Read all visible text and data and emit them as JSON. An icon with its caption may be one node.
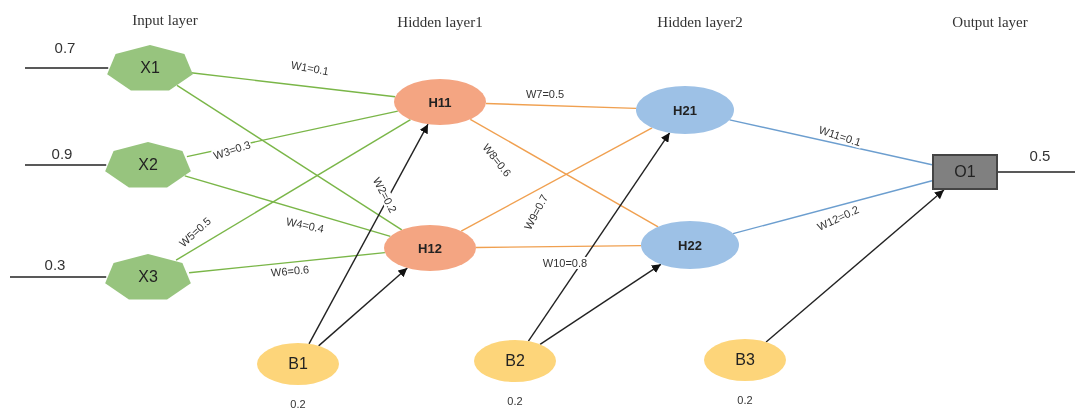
{
  "diagram": {
    "nodes": [
      {
        "text": [
          "X1"
        ]
      },
      {
        "text": [
          "X2"
        ]
      },
      {
        "text": [
          "X3"
        ]
      },
      {
        "text": [
          "H11"
        ]
      },
      {
        "text": [
          "H12"
        ]
      },
      {
        "text": [
          "H21"
        ]
      },
      {
        "text": [
          "H22"
        ]
      },
      {
        "text": [
          "O1"
        ]
      },
      {
        "text": [
          "B1"
        ],
        "beside": [
          "0.2"
        ]
      },
      {
        "text": [
          "B2"
        ],
        "beside": [
          "0.2"
        ]
      },
      {
        "text": [
          "B3"
        ],
        "beside": [
          "0.2"
        ]
      }
    ],
    "edges": [
      {
        "from": null,
        "to": 0,
        "arrow": "none",
        "label": "0.7"
      },
      {
        "from": null,
        "to": 1,
        "arrow": "none",
        "label": "0.9"
      },
      {
        "from": null,
        "to": 2,
        "arrow": "none",
        "label": "0.3"
      },
      {
        "from": 0,
        "to": 3,
        "arrow": "none",
        "label": "W1=0.1",
        "color": "#7ab648"
      },
      {
        "from": 0,
        "to": 4,
        "arrow": "none",
        "label": "W2=0.2",
        "color": "#7ab648"
      },
      {
        "from": 1,
        "to": 3,
        "arrow": "none",
        "label": "W3=0.3",
        "color": "#7ab648"
      },
      {
        "from": 1,
        "to": 4,
        "arrow": "none",
        "label": "W4=0.4",
        "color": "#7ab648"
      },
      {
        "from": 2,
        "to": 3,
        "arrow": "none",
        "label": "W5=0.5",
        "color": "#7ab648"
      },
      {
        "from": 2,
        "to": 4,
        "arrow": "none",
        "label": "W6=0.6",
        "color": "#7ab648"
      },
      {
        "from": 3,
        "to": 5,
        "arrow": "none",
        "label": "W7=0.5",
        "color": "#f0a050"
      },
      {
        "from": 3,
        "to": 6,
        "arrow": "none",
        "label": "W8=0.6",
        "color": "#f0a050"
      },
      {
        "from": 4,
        "to": 5,
        "arrow": "none",
        "label": "W9=0.7",
        "color": "#f0a050"
      },
      {
        "from": 4,
        "to": 6,
        "arrow": "none",
        "label": "W10=0.8",
        "color": "#f0a050"
      },
      {
        "from": 5,
        "to": 7,
        "arrow": "none",
        "label": "W11=0.1",
        "color": "#6c9ecf"
      },
      {
        "from": 6,
        "to": 7,
        "arrow": "none",
        "label": "W12=0.2",
        "color": "#6c9ecf"
      },
      {
        "from": 7,
        "to": null,
        "arrow": "none",
        "label": "0.5"
      },
      {
        "from": 8,
        "to": 3,
        "arrow": "to"
      },
      {
        "from": 8,
        "to": 4,
        "arrow": "to"
      },
      {
        "from": 9,
        "to": 5,
        "arrow": "to"
      },
      {
        "from": 9,
        "to": 6,
        "arrow": "to"
      },
      {
        "from": 10,
        "to": 7,
        "arrow": "to"
      }
    ],
    "labels": [
      "Input layer",
      "Hidden layer1",
      "Hidden layer2",
      "Output layer"
    ]
  }
}
